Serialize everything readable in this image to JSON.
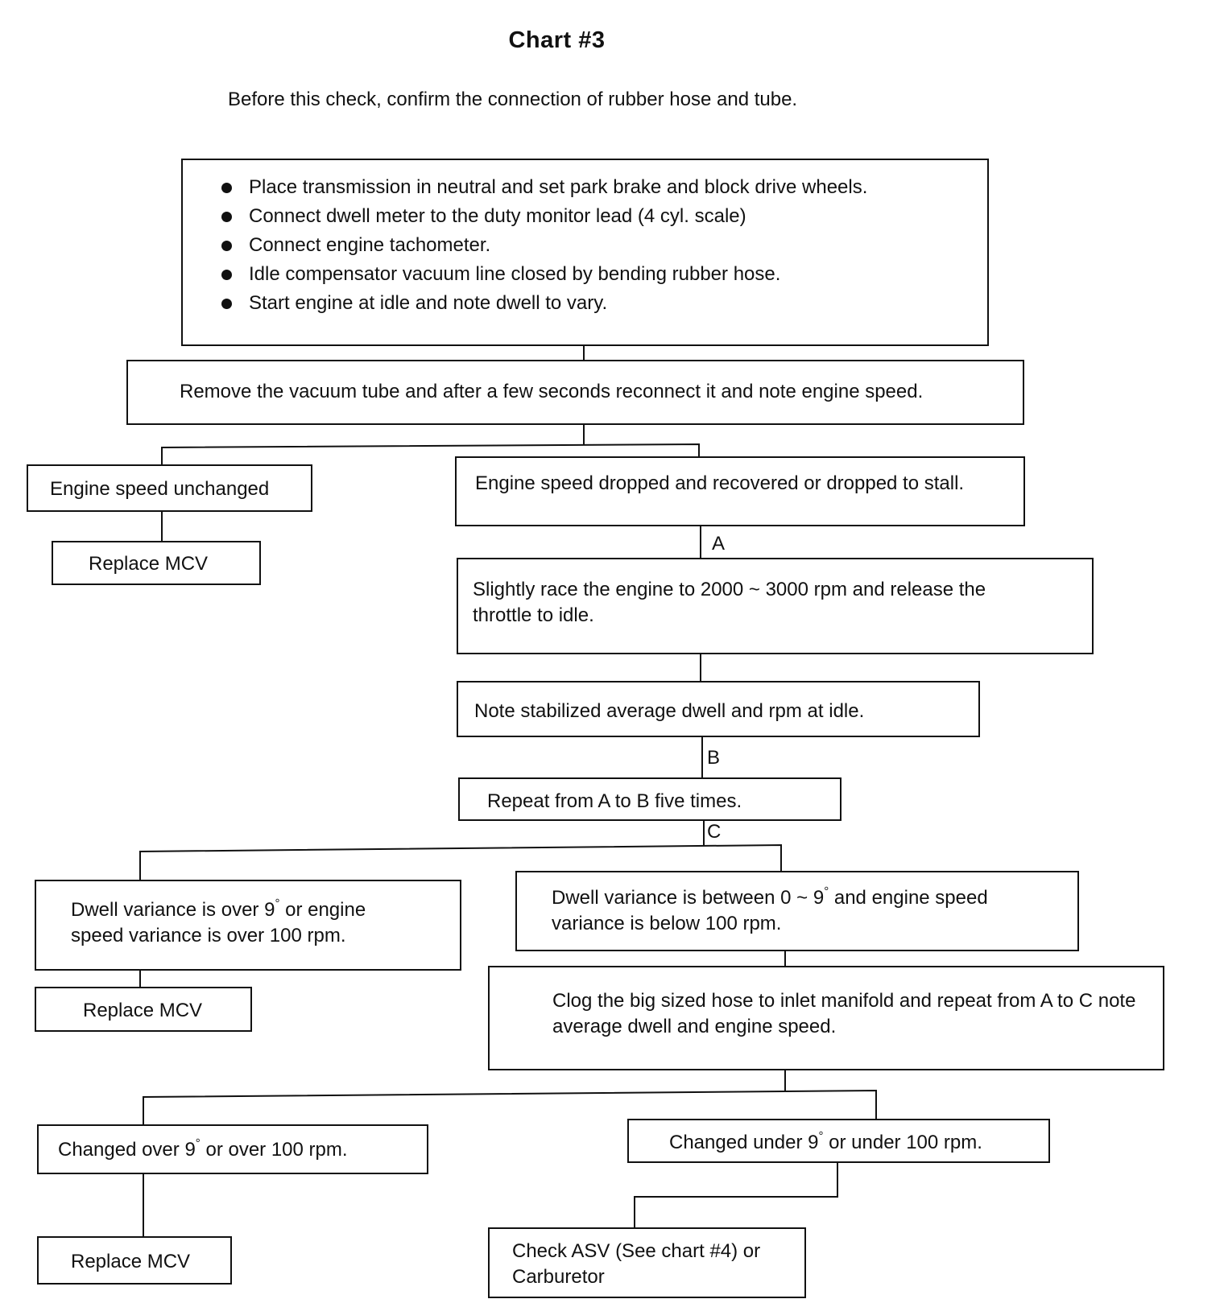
{
  "title": "Chart #3",
  "subtitle": "Before this check, confirm the connection of rubber hose and tube.",
  "steps": [
    "Place transmission in neutral and set park brake and block drive wheels.",
    "Connect dwell meter to the duty monitor lead (4 cyl. scale)",
    "Connect engine tachometer.",
    "Idle compensator vacuum line closed by bending rubber hose.",
    "Start engine at idle and note dwell to vary."
  ],
  "nodes": {
    "remove_tube": "Remove the vacuum tube and after a few seconds reconnect it and note engine speed.",
    "speed_unchanged": "Engine speed unchanged",
    "replace_mcv_1": "Replace MCV",
    "speed_dropped": "Engine speed dropped and recovered or dropped to stall.",
    "race_engine": "Slightly race the engine to 2000 ~ 3000 rpm and release the throttle to idle.",
    "note_dwell": "Note stabilized average dwell and rpm at idle.",
    "repeat": "Repeat from A to B five times.",
    "over_9_a": "Dwell variance is over 9",
    "over_9_b": " or engine speed variance is over 100 rpm.",
    "replace_mcv_2": "Replace MCV",
    "between_a": "Dwell variance is between 0 ~ 9",
    "between_b": " and engine speed variance is below 100 rpm.",
    "clog_hose": "Clog the big sized hose to inlet manifold and repeat from A to C note average dwell and engine speed.",
    "changed_over_a": "Changed over 9",
    "changed_over_b": " or over 100 rpm.",
    "changed_under_a": "Changed under 9",
    "changed_under_b": " or under 100 rpm.",
    "replace_mcv_3": "Replace MCV",
    "check_asv": "Check ASV (See chart #4) or Carburetor"
  },
  "degree_symbol": "°",
  "labels": {
    "a": "A",
    "b": "B",
    "c": "C"
  }
}
